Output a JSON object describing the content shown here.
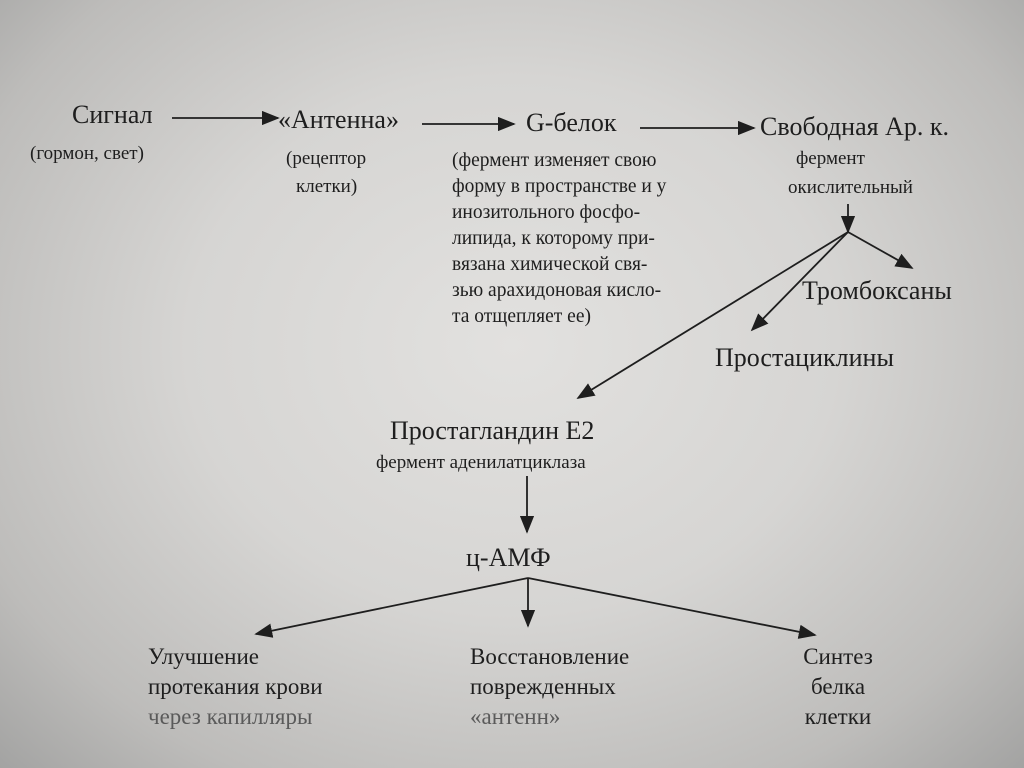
{
  "nodes": {
    "signal": {
      "title": "Сигнал",
      "note": "(гормон, свет)"
    },
    "antenna": {
      "title": "«Антенна»",
      "note_lines": [
        "(рецептор",
        "клетки)"
      ]
    },
    "g_protein": {
      "title": "G-белок",
      "note_lines": [
        "(фермент изменяет свою",
        "форму в пространстве и у",
        "инозитольного фосфо-",
        "липида, к которому при-",
        "вязана химической свя-",
        "зью арахидоновая кисло-",
        "та отщепляет ее)"
      ]
    },
    "free_ak": {
      "title": "Свободная Ар. к.",
      "note_lines": [
        "фермент",
        "окислительный"
      ]
    },
    "thromboxanes": {
      "title": "Тромбоксаны"
    },
    "prostacyclins": {
      "title": "Простациклины"
    },
    "prostaglandin": {
      "title": "Простагландин Е2",
      "note": "фермент аденилатциклаза"
    },
    "camp": {
      "title": "ц-АМФ"
    },
    "outcome_1": {
      "lines": [
        "Улучшение",
        "протекания крови",
        "через капилляры"
      ]
    },
    "outcome_2": {
      "lines": [
        "Восстановление",
        "поврежденных",
        "«антенн»"
      ]
    },
    "outcome_3": {
      "lines": [
        "Синтез",
        "белка",
        "клетки"
      ]
    }
  }
}
